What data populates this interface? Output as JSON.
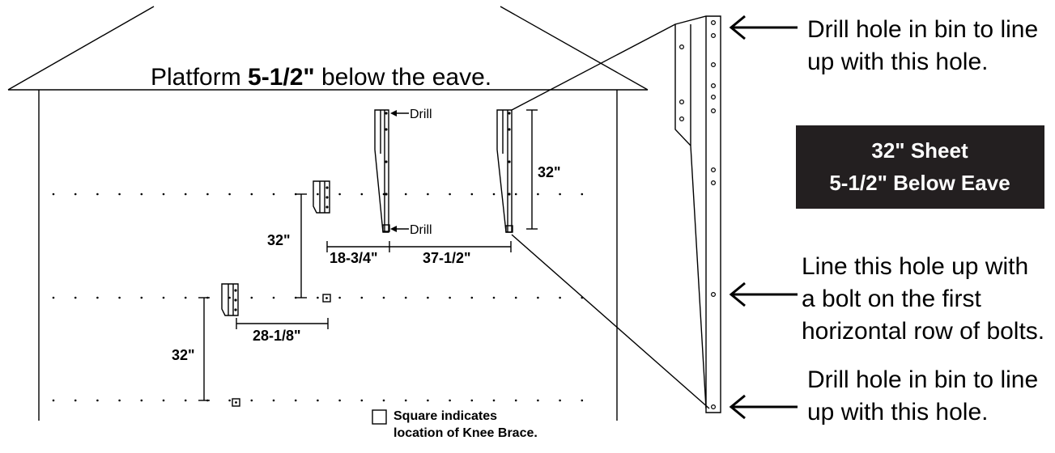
{
  "diagram": {
    "platform_note": {
      "prefix": "Platform ",
      "emphasis": "5-1/2\"",
      "suffix": " below the eave."
    },
    "sheet_box": {
      "line1": "32\" Sheet",
      "line2": "5-1/2\" Below Eave",
      "background": "#231f20",
      "text_color": "#ffffff"
    },
    "drill_labels": {
      "top": "Drill",
      "bottom": "Drill"
    },
    "dimensions": {
      "vertical_right": "32\"",
      "vertical_middle": "32\"",
      "vertical_left": "32\"",
      "horizontal_short": "18-3/4\"",
      "horizontal_long": "37-1/2\"",
      "horizontal_lower": "28-1/8\""
    },
    "legend": {
      "line1": "Square indicates",
      "line2": "location of Knee Brace."
    },
    "callouts": {
      "top": [
        "Drill hole in bin to line",
        "up with this hole."
      ],
      "middle": [
        "Line this hole up with",
        "a bolt on the first",
        "horizontal row of bolts."
      ],
      "bottom": [
        "Drill hole in bin to line",
        "up with this hole."
      ]
    },
    "icons": {
      "arrows": "arrow-left-icon",
      "knee_brace_marker": "square-icon",
      "bracket": "knee-brace-bracket-icon"
    }
  }
}
